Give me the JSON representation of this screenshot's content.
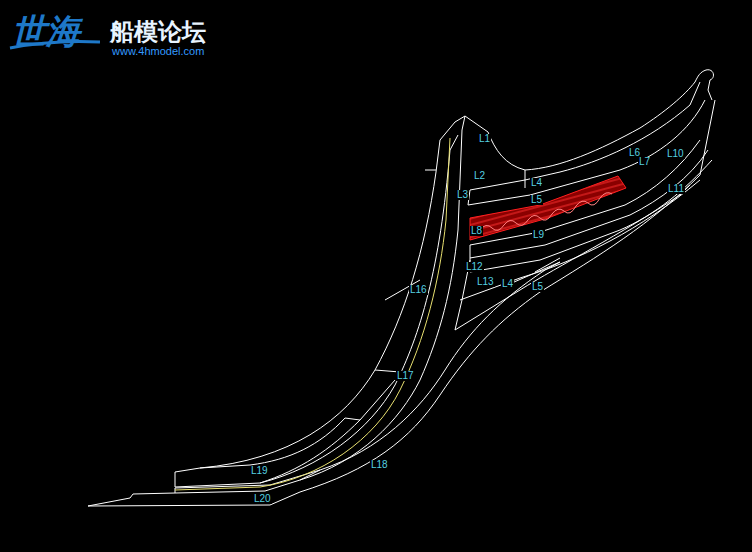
{
  "diagram": {
    "labels": [
      "世海",
      "船模论坛",
      "www.4hmodel.com",
      "L1",
      "L2",
      "L3",
      "L4",
      "L5",
      "L6",
      "L7",
      "L10",
      "L11",
      "L8",
      "L9",
      "L12",
      "L13",
      "L4",
      "L5",
      "L16",
      "L17",
      "L18",
      "L19",
      "L20"
    ]
  }
}
